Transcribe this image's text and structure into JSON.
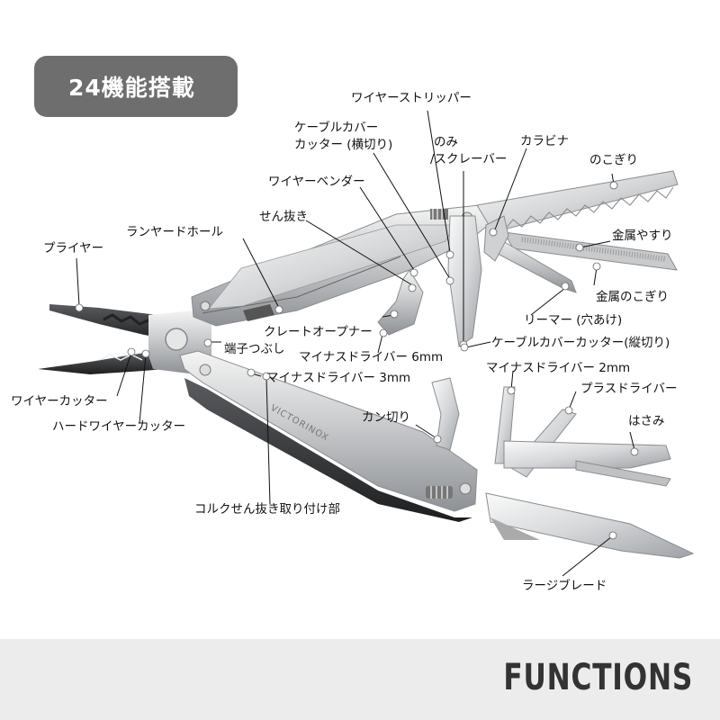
{
  "badge": {
    "text": "24機能搭載"
  },
  "footer": {
    "title": "FUNCTIONS"
  },
  "tool": {
    "brand": "VICTORINOX"
  },
  "labels": {
    "wire_stripper": "ワイヤーストリッパー",
    "cable_cover_cutter_h_1": "ケーブルカバー",
    "cable_cover_cutter_h_2": "カッター (横切り)",
    "chisel_1": "のみ",
    "chisel_2": "/スクレーバー",
    "carabiner": "カラビナ",
    "saw": "のこぎり",
    "wire_bender": "ワイヤーベンダー",
    "lanyard_hole": "ランヤードホール",
    "bottle_opener": "せん抜き",
    "metal_file": "金属やすり",
    "pliers": "プライヤー",
    "metal_saw": "金属のこぎり",
    "crate_opener": "クレートオープナー",
    "reamer": "リーマー (穴あけ)",
    "terminal_crimper": "端子つぶし",
    "flat_driver_6": "マイナスドライバー 6mm",
    "cable_cover_cutter_v": "ケーブルカバーカッター(縦切り)",
    "flat_driver_2": "マイナスドライバー 2mm",
    "flat_driver_3": "マイナスドライバー 3mm",
    "phillips_driver": "プラスドライバー",
    "wire_cutter": "ワイヤーカッター",
    "can_opener": "カン切り",
    "scissors": "はさみ",
    "hard_wire_cutter": "ハードワイヤーカッター",
    "corkscrew_mount": "コルクせん抜き取り付け部",
    "large_blade": "ラージブレード"
  }
}
